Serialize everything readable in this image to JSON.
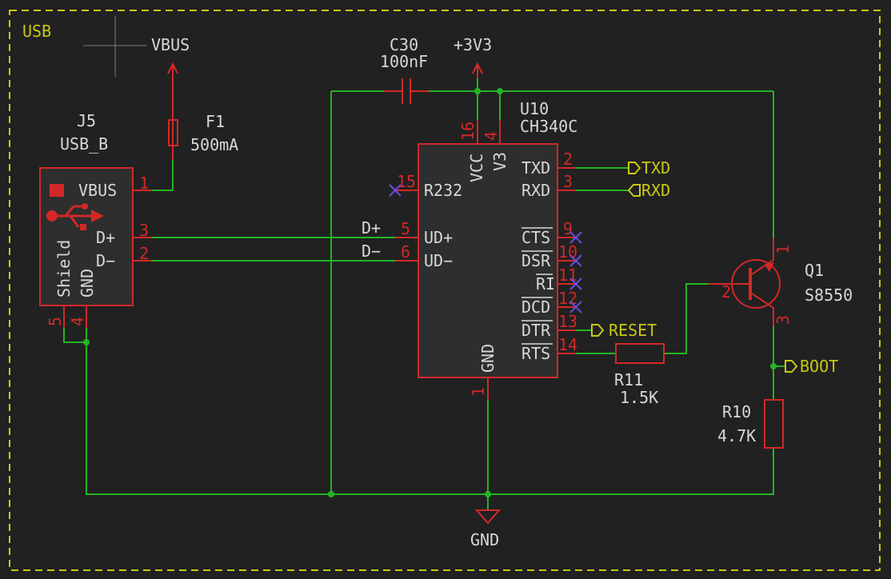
{
  "sheet": {
    "title": "USB"
  },
  "colors": {
    "background": "#212121",
    "wire": "#24b424",
    "symbol": "#d22828",
    "symbol_body": "#2e2e2e",
    "label": "#c8c814",
    "text": "#d8d8d8",
    "no_connect": "#6a4be0"
  },
  "power": {
    "vbus": "VBUS",
    "v3v3": "+3V3",
    "gnd": "GND"
  },
  "j5": {
    "ref": "J5",
    "value": "USB_B",
    "pins": {
      "vbus": "VBUS",
      "dp": "D+",
      "dm": "D−",
      "shield": "Shield",
      "gnd": "GND"
    },
    "pin_numbers": {
      "vbus": "1",
      "dp": "3",
      "dm": "2",
      "shield": "5",
      "gnd": "4"
    }
  },
  "f1": {
    "ref": "F1",
    "value": "500mA"
  },
  "c30": {
    "ref": "C30",
    "value": "100nF"
  },
  "u10": {
    "ref": "U10",
    "value": "CH340C",
    "pins": {
      "vcc": "VCC",
      "v3": "V3",
      "txd": "TXD",
      "rxd": "RXD",
      "r232": "R232",
      "udp": "UD+",
      "udm": "UD−",
      "cts": "CTS",
      "dsr": "DSR",
      "ri": "RI",
      "dcd": "DCD",
      "dtr": "DTR",
      "rts": "RTS",
      "gnd": "GND"
    },
    "pin_numbers": {
      "vcc": "16",
      "v3": "4",
      "txd": "2",
      "rxd": "3",
      "r232": "15",
      "udp": "5",
      "udm": "6",
      "cts": "9",
      "dsr": "10",
      "ri": "11",
      "dcd": "12",
      "dtr": "13",
      "rts": "14",
      "gnd": "1"
    }
  },
  "nets": {
    "dp": "D+",
    "dm": "D−"
  },
  "labels": {
    "txd": "TXD",
    "rxd": "RXD",
    "reset": "RESET",
    "boot": "BOOT"
  },
  "r11": {
    "ref": "R11",
    "value": "1.5K"
  },
  "r10": {
    "ref": "R10",
    "value": "4.7K"
  },
  "q1": {
    "ref": "Q1",
    "value": "S8550",
    "pin_numbers": {
      "c": "1",
      "b": "2",
      "e": "3"
    }
  }
}
